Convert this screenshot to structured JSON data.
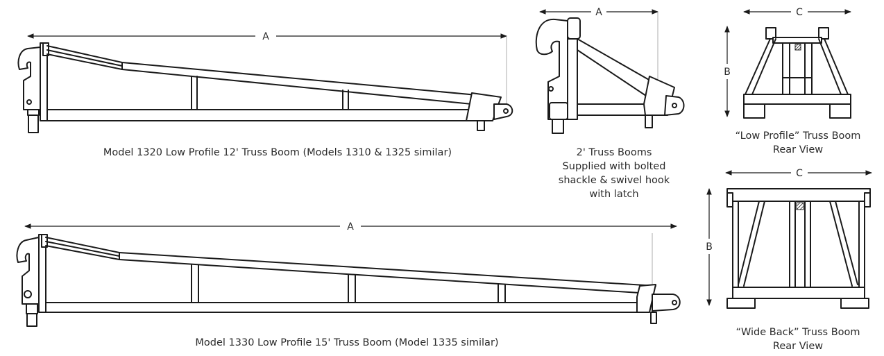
{
  "dimension_labels": {
    "a": "A",
    "b": "B",
    "c": "C"
  },
  "captions": {
    "boom_12": "Model 1320 Low Profile 12' Truss Boom (Models 1310 & 1325 similar)",
    "boom_15": "Model 1330 Low Profile 15' Truss Boom (Model 1335 similar)",
    "boom_2_line1": "2' Truss Booms",
    "boom_2_line2": "Supplied with bolted",
    "boom_2_line3": "shackle & swivel hook",
    "boom_2_line4": "with latch",
    "low_profile_line1": "“Low Profile” Truss Boom",
    "low_profile_line2": "Rear View",
    "wide_back_line1": "“Wide Back” Truss Boom",
    "wide_back_line2": "Rear View"
  },
  "colors": {
    "line": "#1a1a1a",
    "text": "#2b2b2b",
    "guide": "#999999"
  }
}
